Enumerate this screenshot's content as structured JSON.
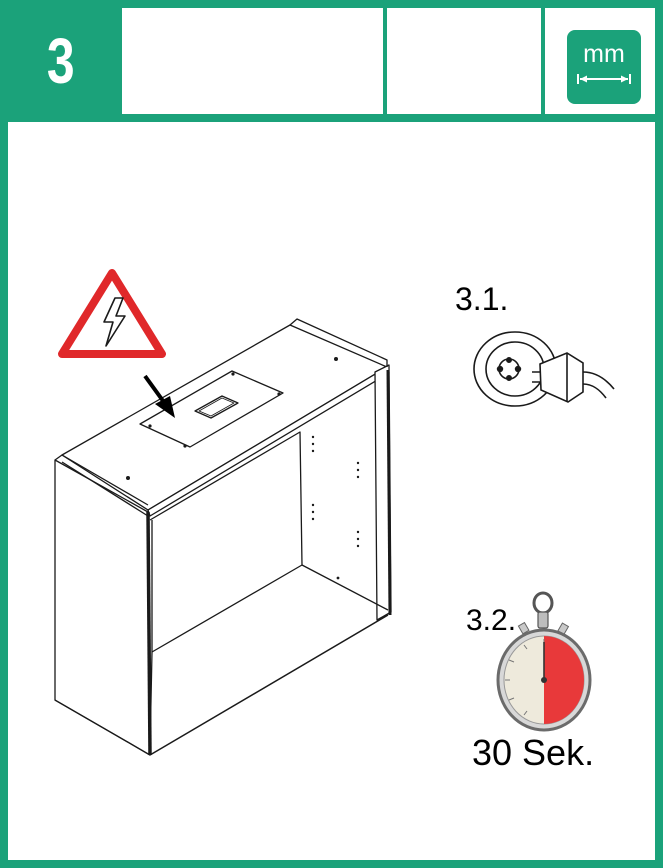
{
  "header": {
    "step_number": "3",
    "unit_badge": "mm"
  },
  "steps": [
    {
      "label": "3.1."
    },
    {
      "label": "3.2."
    }
  ],
  "timer": {
    "duration_label": "30 Sek."
  },
  "colors": {
    "brand_green": "#1ba27a",
    "warning_red": "#e0282a",
    "timer_red": "#e8393a"
  },
  "icons": [
    "electrical-hazard-warning-icon",
    "socket-unplug-icon",
    "stopwatch-icon",
    "measure-arrow-icon"
  ]
}
